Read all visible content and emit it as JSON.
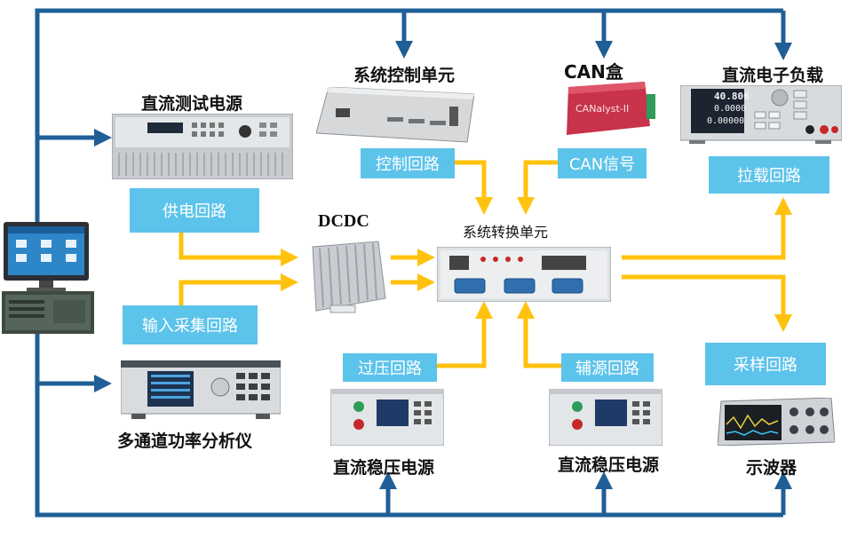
{
  "labels": {
    "dc_test_power": "直流测试电源",
    "system_control": "系统控制单元",
    "can_box": "CAN盒",
    "dc_load": "直流电子负载",
    "dcdc": "DCDC",
    "conversion_unit": "系统转换单元",
    "power_analyzer": "多通道功率分析仪",
    "dc_regulated_1": "直流稳压电源",
    "dc_regulated_2": "直流稳压电源",
    "oscilloscope": "示波器"
  },
  "tags": {
    "control_loop": "控制回路",
    "can_signal": "CAN信号",
    "load_loop": "拉载回路",
    "supply_loop": "供电回路",
    "input_collect": "输入采集回路",
    "overvoltage": "过压回路",
    "aux_source": "辅源回路",
    "sampling": "采样回路"
  },
  "device_text": {
    "can_model": "CANalyst-II",
    "load_reading_1": "40.806",
    "load_reading_2": "0.0000",
    "load_reading_3": "0.00000"
  },
  "colors": {
    "blue_wire": "#1f5f96",
    "yellow_wire": "#ffc20e",
    "tag_bg": "#5cc3ea"
  }
}
